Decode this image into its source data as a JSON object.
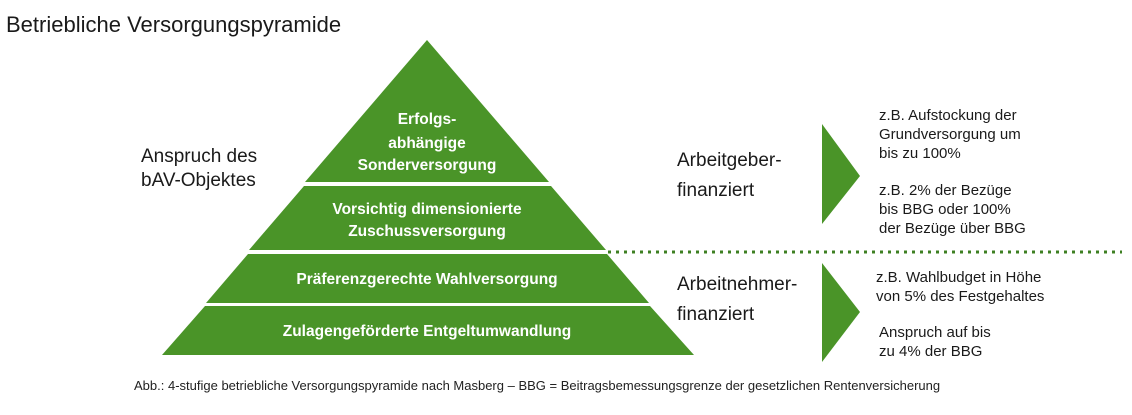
{
  "title": "Betriebliche Versorgungspyramide",
  "side_label": [
    "Anspruch des",
    "bAV-Objektes"
  ],
  "tiers": [
    {
      "lines": [
        "Erfolgs-",
        "abhängige",
        "Sonderversorgung"
      ]
    },
    {
      "lines": [
        "Vorsichtig dimensionierte",
        "Zuschussversorgung"
      ]
    },
    {
      "lines": [
        "Präferenzgerechte Wahlversorgung"
      ]
    },
    {
      "lines": [
        "Zulagengeförderte Entgeltumwandlung"
      ]
    }
  ],
  "financing": {
    "employer": [
      "Arbeitgeber-",
      "finanziert"
    ],
    "employee": [
      "Arbeitnehmer-",
      "finanziert"
    ]
  },
  "notes": {
    "employer_1": [
      "z.B. Aufstockung der",
      "Grundversorgung um",
      "bis zu 100%"
    ],
    "employer_2": [
      "z.B. 2% der Bezüge",
      "bis BBG oder 100%",
      "der Bezüge über BBG"
    ],
    "employee_1": [
      "z.B. Wahlbudget in Höhe",
      "von 5% des Festgehaltes"
    ],
    "employee_2": [
      "Anspruch auf bis",
      "zu 4% der BBG"
    ]
  },
  "caption": "Abb.: 4-stufige betriebliche Versorgungspyramide nach Masberg – BBG = Beitragsbemessungsgrenze der gesetzlichen Rentenversicherung",
  "colors": {
    "green": "#4a9428",
    "divider": "#3d7f22"
  }
}
